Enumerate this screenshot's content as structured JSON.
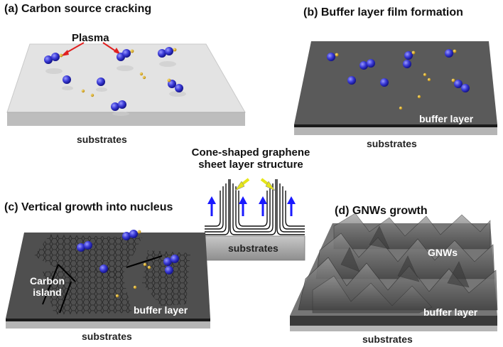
{
  "panels": {
    "a": {
      "title": "(a) Carbon source cracking",
      "caption": "substrates",
      "plasma_label": "Plasma"
    },
    "b": {
      "title": "(b) Buffer layer film formation",
      "caption": "substrates",
      "layer_label": "buffer layer"
    },
    "c": {
      "title": "(c) Vertical growth into nucleus",
      "caption": "substrates",
      "layer_label": "buffer layer",
      "island_label_1": "Carbon",
      "island_label_2": "island"
    },
    "d": {
      "title": "(d) GNWs growth",
      "caption": "substrates",
      "layer_label": "buffer layer",
      "gnws_label": "GNWs"
    }
  },
  "center": {
    "title_line1": "Cone-shaped graphene",
    "title_line2": "sheet layer structure",
    "substrate_label": "substrates"
  },
  "colors": {
    "molecule": "#3a3ad6",
    "hydrogen": "#d4a017",
    "arrow_red": "#e02020",
    "arrow_blue": "#1a1aff",
    "arrow_yellow": "#e6e619",
    "dark_surface": "#555555",
    "light_surface": "#d9d9d9"
  }
}
